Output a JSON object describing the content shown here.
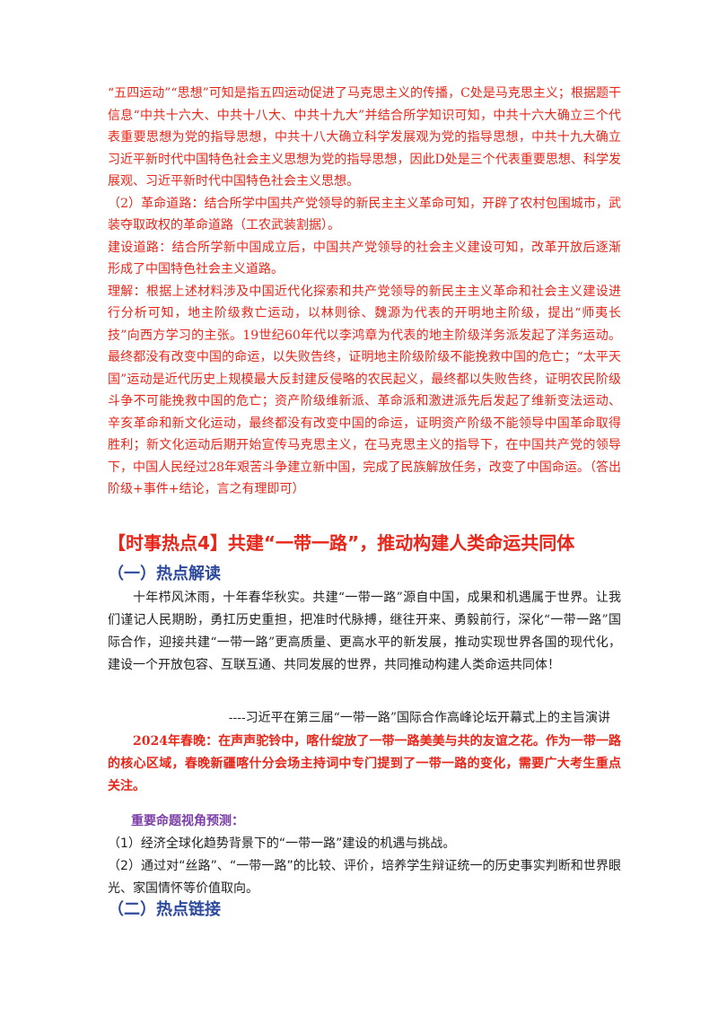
{
  "answer": {
    "lines": [
      "“五四运动”“思想”可知是指五四运动促进了马克思主义的传播，C处是马克思主义；根据题干信息“中共十六大、中共十八大、中共十九大”并结合所学知识可知，中共十六大确立三个代表重要思想为党的指导思想，中共十八大确立科学发展观为党的指导思想，中共十九大确立习近平新时代中国特色社会主义思想为党的指导思想，因此D处是三个代表重要思想、科学发展观、习近平新时代中国特色社会主义思想。",
      "（2）革命道路：结合所学中国共产党领导的新民主主义革命可知，开辟了农村包围城市，武装夺取政权的革命道路（工农武装割据）。",
      "建设道路：结合所学新中国成立后，中国共产党领导的社会主义建设可知，改革开放后逐渐形成了中国特色社会主义道路。",
      "理解：根据上述材料涉及中国近代化探索和共产党领导的新民主主义革命和社会主义建设进行分析可知，地主阶级救亡运动，以林则徐、魏源为代表的开明地主阶级，提出“师夷长技”向西方学习的主张。19世纪60年代以李鸿章为代表的地主阶级洋务派发起了洋务运动。最终都没有改变中国的命运，以失败告终，证明地主阶级阶级不能挽救中国的危亡；“太平天国”运动是近代历史上规模最大反封建反侵略的农民起义，最终都以失败告终，证明农民阶级斗争不可能挽救中国的危亡；资产阶级维新派、革命派和激进派先后发起了维新变法运动、辛亥革命和新文化运动，最终都没有改变中国的命运，证明资产阶级不能领导中国革命取得胜利；新文化运动后期开始宣传马克思主义，在马克思主义的指导下，在中国共产党的领导下，中国人民经过28年艰苦斗争建立新中国，完成了民族解放任务，改变了中国命运。（答出阶级+事件+结论，言之有理即可）"
    ]
  },
  "hotspot": {
    "title": "【时事热点4】共建“一带一路”，推动构建人类命运共同体",
    "section1": "（一）热点解读",
    "quote": "十年栉风沐雨，十年春华秋实。共建“一带一路”源自中国，成果和机遇属于世界。让我们谨记人民期盼，勇扛历史重担，把准时代脉搏，继往开来、勇毅前行，深化“一带一路”国际合作，迎接共建“一带一路”更高质量、更高水平的新发展，推动实现世界各国的现代化，建设一个开放包容、互联互通、共同发展的世界，共同推动构建人类命运共同体！",
    "quote_source": "----习近平在第三届“一带一路”国际合作高峰论坛开幕式上的主旨演讲",
    "gala_note": "2024年春晚：在声声驼铃中，喀什绽放了一带一路美美与共的友谊之花。作为一带一路的核心区域，春晚新疆喀什分会场主持词中专门提到了一带一路的变化，需要广大考生重点关注。",
    "predict_heading": "重要命题视角预测：",
    "predict_items": [
      "（1）经济全球化趋势背景下的“一带一路”建设的机遇与挑战。",
      "（2）通过对“丝路”、“一带一路”的比较、评价，培养学生辩证统一的历史事实判断和世界眼光、家国情怀等价值取向。"
    ],
    "section2": "（二）热点链接"
  },
  "colors": {
    "answer_text": "#e8261a",
    "section_heading": "#2e4a9e",
    "predict_heading": "#7b3fa8",
    "body_text": "#222222"
  }
}
